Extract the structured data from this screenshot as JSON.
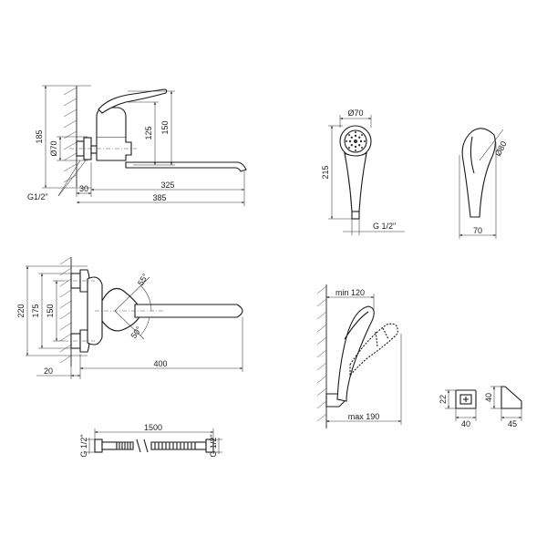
{
  "dimensions": {
    "side_view": {
      "height_total": "185",
      "height_body": "150",
      "height_handle": "125",
      "inlet_diameter": "Ø70",
      "thread": "G1/2\"",
      "offset": "30",
      "spout_reach": "325",
      "overall_reach": "385"
    },
    "top_view": {
      "width_total": "220",
      "width_outer": "175",
      "width_inner": "150",
      "angle_upper": "55°",
      "angle_lower": "50°",
      "offset": "20",
      "spout_length": "400"
    },
    "hose": {
      "length": "1500",
      "thread_left": "G 1/2\"",
      "thread_right": "G 1/2\""
    },
    "hand_shower_front": {
      "head_diameter": "Ø70",
      "length": "215",
      "thread": "G 1/2\""
    },
    "hand_shower_side": {
      "head_diameter": "Ø80",
      "depth": "70"
    },
    "wall_holder": {
      "min_depth": "min 120",
      "max_height": "max 190"
    },
    "bracket": {
      "front_height": "22",
      "front_width": "40",
      "side_height": "40",
      "side_width": "45"
    }
  }
}
